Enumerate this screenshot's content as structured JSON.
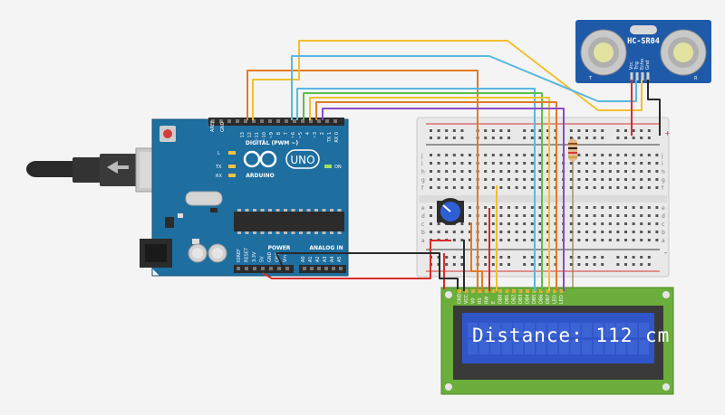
{
  "arduino": {
    "brand": "ARDUINO",
    "model": "UNO",
    "on_label": "ON",
    "digital_header": "DIGITAL (PWM ~)",
    "analog_header": "ANALOG IN",
    "power_header": "POWER",
    "tx_label": "TX",
    "rx_label": "RX",
    "l_label": "L",
    "aref_label": "AREF",
    "gnd_label": "GND",
    "digital_pins": [
      "13",
      "12",
      "~11",
      "~10",
      "~9",
      "8",
      "7",
      "~6",
      "~5",
      "4",
      "~3",
      "2",
      "TX 1",
      "RX 0"
    ],
    "analog_pins": [
      "A0",
      "A1",
      "A2",
      "A3",
      "A4",
      "A5"
    ],
    "power_pins": [
      "IOREF",
      "RESET",
      "3.3V",
      "5V",
      "GND",
      "GND",
      "Vin"
    ]
  },
  "sensor": {
    "name": "HC-SR04",
    "pins": [
      "Vcc",
      "Trig",
      "Echo",
      "Gnd"
    ],
    "left_mark": "T",
    "right_mark": "R"
  },
  "breadboard": {
    "row_letters_top": [
      "j",
      "i",
      "h",
      "g",
      "f"
    ],
    "row_letters_bottom": [
      "e",
      "d",
      "c",
      "b",
      "a"
    ],
    "plus_sign": "+",
    "minus_sign": "-"
  },
  "lcd": {
    "display_text": "Distance: 112 cm",
    "pin_labels": [
      "GND",
      "VCC",
      "V0",
      "RS",
      "RW",
      "E",
      "DB0",
      "DB1",
      "DB2",
      "DB3",
      "DB4",
      "DB5",
      "DB6",
      "DB7",
      "LED",
      "LED"
    ]
  },
  "colors": {
    "background": "#f4f4f4",
    "arduino_board": "#1e6ea0",
    "sensor_board": "#1f5aa8",
    "lcd_pcb": "#6cae3b",
    "lcd_screen": "#2f55c9",
    "wire_red": "#d82c2c",
    "wire_black": "#2a2a2a",
    "wire_orange": "#e07b28",
    "wire_yellow": "#f2c02e",
    "wire_blue": "#5ab7e0",
    "wire_green": "#5bbf4a",
    "wire_purple": "#8a4bc4"
  }
}
